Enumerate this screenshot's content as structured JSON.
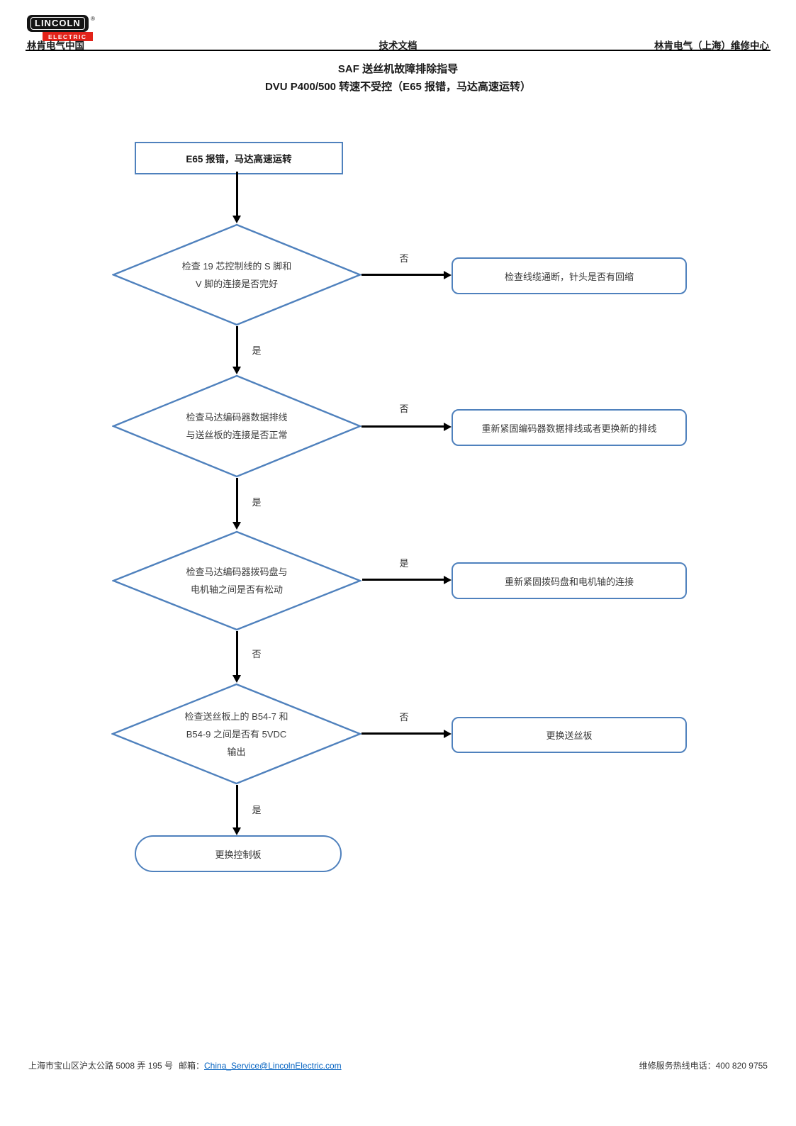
{
  "header": {
    "logo_line1": "LINCOLN",
    "logo_line2": "ELECTRIC",
    "logo_reg": "®",
    "company": "林肯电气中国",
    "doc_type": "技术文档",
    "service_center": "林肯电气（上海）维修中心"
  },
  "title": {
    "line1": "SAF 送丝机故障排除指导",
    "line2": "DVU P400/500 转速不受控（E65 报错，马达高速运转）"
  },
  "flow": {
    "start": "E65 报错，马达高速运转",
    "d1": {
      "lines": [
        "检查 19 芯控制线的 S 脚和",
        "V 脚的连接是否完好"
      ],
      "right_label": "否",
      "down_label": "是",
      "action": "检查线缆通断，针头是否有回缩"
    },
    "d2": {
      "lines": [
        "检查马达编码器数据排线",
        "与送丝板的连接是否正常"
      ],
      "right_label": "否",
      "down_label": "是",
      "action": "重新紧固编码器数据排线或者更换新的排线"
    },
    "d3": {
      "lines": [
        "检查马达编码器拨码盘与",
        "电机轴之间是否有松动"
      ],
      "right_label": "是",
      "down_label": "否",
      "action": "重新紧固拨码盘和电机轴的连接"
    },
    "d4": {
      "lines": [
        "检查送丝板上的 B54-7 和",
        "B54-9 之间是否有 5VDC",
        "输出"
      ],
      "right_label": "否",
      "down_label": "是",
      "action": "更换送丝板"
    },
    "end": "更换控制板"
  },
  "footer": {
    "address": "上海市宝山区沪太公路 5008 弄 195 号",
    "email_label": "邮箱：",
    "email": "China_Service@LincolnElectric.com",
    "hotline": "维修服务热线电话：400 820 9755"
  },
  "colors": {
    "shape_border": "#4f81bd",
    "brand_red": "#e2231a",
    "link_blue": "#0563c1",
    "arrow_black": "#000000"
  }
}
